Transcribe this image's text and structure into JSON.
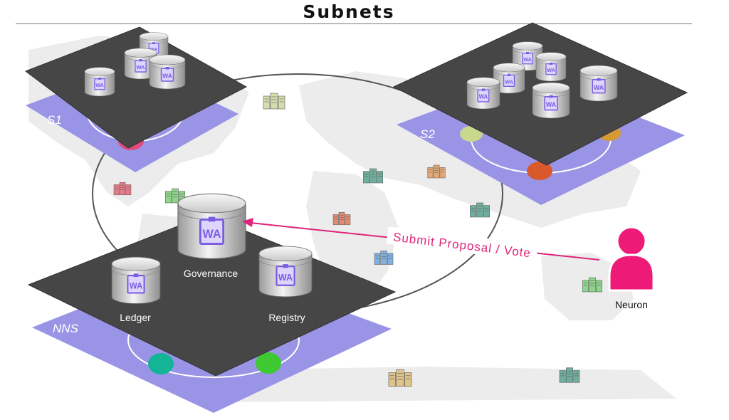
{
  "title": "Subnets",
  "subnets": {
    "s1": {
      "label": "S1"
    },
    "s2": {
      "label": "S2"
    },
    "nns": {
      "label": "NNS"
    }
  },
  "canisters": {
    "icon_text": "WA",
    "governance": "Governance",
    "ledger": "Ledger",
    "registry": "Registry"
  },
  "proposal_arrow": {
    "label": "Submit Proposal / Vote"
  },
  "neuron": {
    "label": "Neuron"
  },
  "colors": {
    "platform": "#464646",
    "subnet_base": "#9a94e6",
    "neuron": "#ee1a78",
    "arrow": "#e0237a",
    "map": "#ececec"
  }
}
